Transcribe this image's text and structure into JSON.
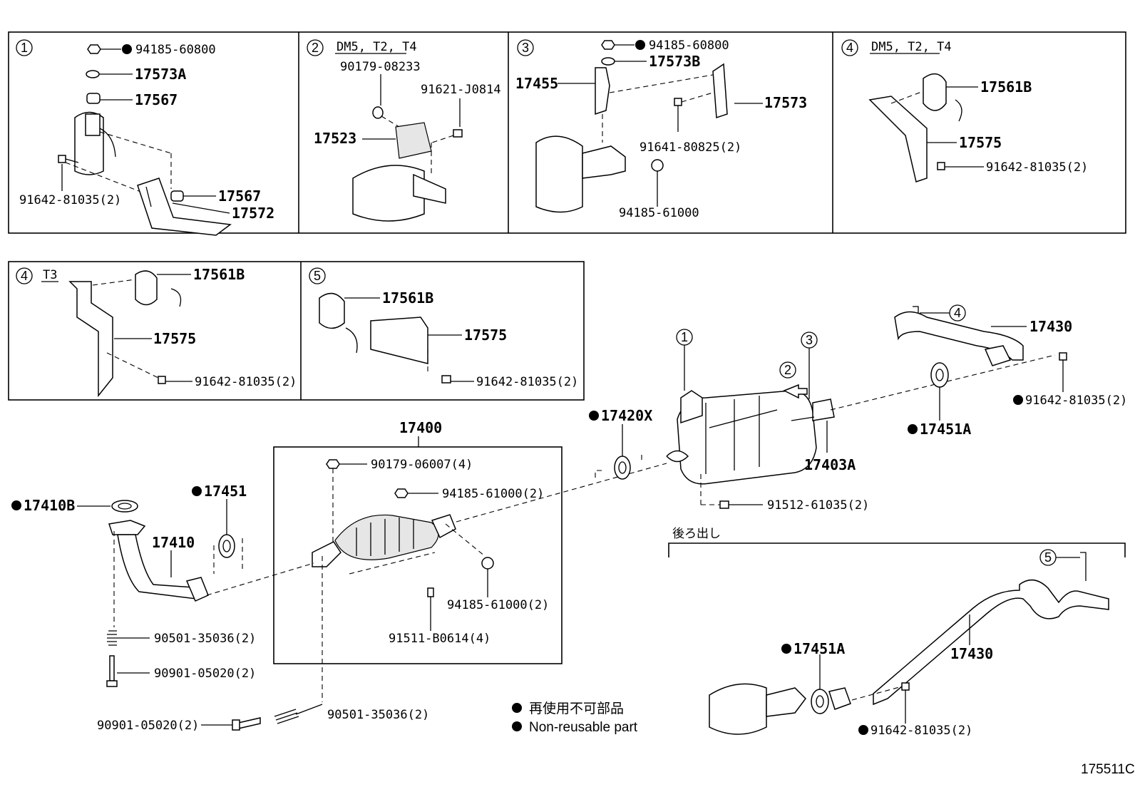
{
  "figure_code": "175511C",
  "legend": {
    "jp": "再使用不可部品",
    "en": "Non-reusable part"
  },
  "panels": {
    "p1": {
      "badge": "1",
      "labels": [
        "94185-60800",
        "17573A",
        "17567",
        "17567",
        "17572",
        "91642-81035(2)"
      ]
    },
    "p2": {
      "badge": "2",
      "variant": "DM5, T2, T4",
      "labels": [
        "90179-08233",
        "91621-J0814",
        "17523"
      ]
    },
    "p3": {
      "badge": "3",
      "labels": [
        "94185-60800",
        "17573B",
        "17455",
        "17573",
        "91641-80825(2)",
        "94185-61000"
      ]
    },
    "p4": {
      "badge": "4",
      "variant": "DM5, T2, T4",
      "labels": [
        "17561B",
        "17575",
        "91642-81035(2)"
      ]
    },
    "p4b": {
      "badge": "4",
      "variant": "T3",
      "labels": [
        "17561B",
        "17575",
        "91642-81035(2)"
      ]
    },
    "p5": {
      "badge": "5",
      "labels": [
        "17561B",
        "17575",
        "91642-81035(2)"
      ]
    }
  },
  "main": {
    "labels": {
      "cat_assy": "17400",
      "cat_bolt": "90179-06007(4)",
      "cat_nut1": "94185-61000(2)",
      "cat_nut2": "94185-61000(2)",
      "cat_stud": "91511-B0614(4)",
      "front_gasket": "17410B",
      "gasket_17451": "17451",
      "front_pipe": "17410",
      "spring_upper": "90501-35036(2)",
      "bolt_upper": "90901-05020(2)",
      "bolt_lower": "90901-05020(2)",
      "spring_lower": "90501-35036(2)",
      "gasket_17420x": "17420X",
      "muffler_bolt": "91512-61035(2)",
      "tail_gasket": "17451A",
      "muffler": "17403A",
      "tail_pipe": "17430",
      "tail_bolt": "91642-81035(2)",
      "callout_1": "1",
      "callout_2": "2",
      "callout_3": "3",
      "callout_4": "4"
    }
  },
  "rear_exit": {
    "title": "後ろ出し",
    "labels": {
      "gasket": "17451A",
      "pipe": "17430",
      "bolt": "91642-81035(2)",
      "callout_5": "5"
    }
  }
}
